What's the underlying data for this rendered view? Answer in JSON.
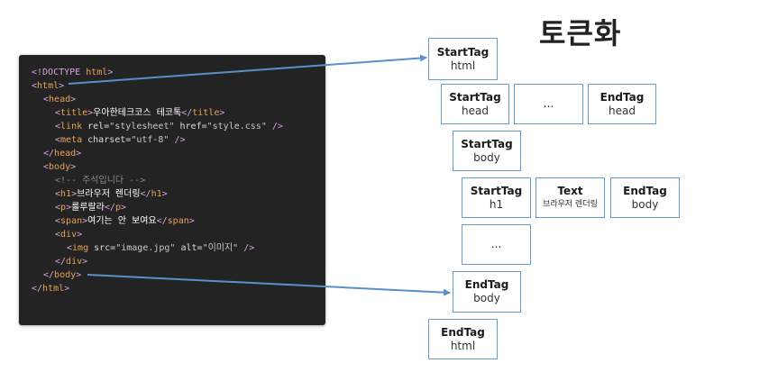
{
  "title": "토큰화",
  "code_lines": [
    {
      "indent": 0,
      "parts": [
        [
          "tag",
          "<!DOCTYPE "
        ],
        [
          "tagname",
          "html"
        ],
        [
          "tag",
          ">"
        ]
      ]
    },
    {
      "indent": 0,
      "parts": [
        [
          "tag",
          "<"
        ],
        [
          "tagname",
          "html"
        ],
        [
          "tag",
          ">"
        ]
      ]
    },
    {
      "indent": 1,
      "parts": [
        [
          "tag",
          "<"
        ],
        [
          "tagname",
          "head"
        ],
        [
          "tag",
          ">"
        ]
      ]
    },
    {
      "indent": 2,
      "parts": [
        [
          "tag",
          "<"
        ],
        [
          "tagname",
          "title"
        ],
        [
          "tag",
          ">"
        ],
        [
          "txt",
          "우아한테크코스 테코톡"
        ],
        [
          "tag",
          "</"
        ],
        [
          "tagname",
          "title"
        ],
        [
          "tag",
          ">"
        ]
      ]
    },
    {
      "indent": 2,
      "parts": [
        [
          "tag",
          "<"
        ],
        [
          "tagname",
          "link "
        ],
        [
          "attr",
          "rel="
        ],
        [
          "str",
          "\"stylesheet\" "
        ],
        [
          "attr",
          "href="
        ],
        [
          "str",
          "\"style.css\" "
        ],
        [
          "tag",
          "/>"
        ]
      ]
    },
    {
      "indent": 2,
      "parts": [
        [
          "tag",
          "<"
        ],
        [
          "tagname",
          "meta "
        ],
        [
          "attr",
          "charset="
        ],
        [
          "str",
          "\"utf-8\" "
        ],
        [
          "tag",
          "/>"
        ]
      ]
    },
    {
      "indent": 1,
      "parts": [
        [
          "tag",
          "</"
        ],
        [
          "tagname",
          "head"
        ],
        [
          "tag",
          ">"
        ]
      ]
    },
    {
      "indent": 1,
      "parts": [
        [
          "tag",
          "<"
        ],
        [
          "tagname",
          "body"
        ],
        [
          "tag",
          ">"
        ]
      ]
    },
    {
      "indent": 2,
      "parts": [
        [
          "cmt",
          "<!-- 주석입니다 -->"
        ]
      ]
    },
    {
      "indent": 2,
      "parts": [
        [
          "tag",
          "<"
        ],
        [
          "tagname",
          "h1"
        ],
        [
          "tag",
          ">"
        ],
        [
          "txt",
          "브라우저 렌더링"
        ],
        [
          "tag",
          "</"
        ],
        [
          "tagname",
          "h1"
        ],
        [
          "tag",
          ">"
        ]
      ]
    },
    {
      "indent": 2,
      "parts": [
        [
          "tag",
          "<"
        ],
        [
          "tagname",
          "p"
        ],
        [
          "tag",
          ">"
        ],
        [
          "txt",
          "룰루랄라"
        ],
        [
          "tag",
          "</"
        ],
        [
          "tagname",
          "p"
        ],
        [
          "tag",
          ">"
        ]
      ]
    },
    {
      "indent": 2,
      "parts": [
        [
          "tag",
          "<"
        ],
        [
          "tagname",
          "span"
        ],
        [
          "tag",
          ">"
        ],
        [
          "txt",
          "여기는 안 보여요"
        ],
        [
          "tag",
          "</"
        ],
        [
          "tagname",
          "span"
        ],
        [
          "tag",
          ">"
        ]
      ]
    },
    {
      "indent": 2,
      "parts": [
        [
          "tag",
          "<"
        ],
        [
          "tagname",
          "div"
        ],
        [
          "tag",
          ">"
        ]
      ]
    },
    {
      "indent": 3,
      "parts": [
        [
          "tag",
          "<"
        ],
        [
          "tagname",
          "img "
        ],
        [
          "attr",
          "src="
        ],
        [
          "str",
          "\"image.jpg\" "
        ],
        [
          "attr",
          "alt="
        ],
        [
          "str",
          "\"이미지\" "
        ],
        [
          "tag",
          "/>"
        ]
      ]
    },
    {
      "indent": 2,
      "parts": [
        [
          "tag",
          "</"
        ],
        [
          "tagname",
          "div"
        ],
        [
          "tag",
          ">"
        ]
      ]
    },
    {
      "indent": 1,
      "parts": [
        [
          "tag",
          "</"
        ],
        [
          "tagname",
          "body"
        ],
        [
          "tag",
          ">"
        ]
      ]
    },
    {
      "indent": 0,
      "parts": [
        [
          "tag",
          "</"
        ],
        [
          "tagname",
          "html"
        ],
        [
          "tag",
          ">"
        ]
      ]
    }
  ],
  "tokens": [
    {
      "id": "starttag-html",
      "line1": "StartTag",
      "line2": "html"
    },
    {
      "id": "starttag-head",
      "line1": "StartTag",
      "line2": "head"
    },
    {
      "id": "ellipsis-head",
      "line1": "...",
      "line2": ""
    },
    {
      "id": "endtag-head",
      "line1": "EndTag",
      "line2": "head"
    },
    {
      "id": "starttag-body",
      "line1": "StartTag",
      "line2": "body"
    },
    {
      "id": "starttag-h1",
      "line1": "StartTag",
      "line2": "h1"
    },
    {
      "id": "text-h1",
      "line1": "Text",
      "line2": "브라우저 렌더링"
    },
    {
      "id": "endtag-h1-body",
      "line1": "EndTag",
      "line2": "body"
    },
    {
      "id": "ellipsis-body",
      "line1": "...",
      "line2": ""
    },
    {
      "id": "endtag-body",
      "line1": "EndTag",
      "line2": "body"
    },
    {
      "id": "endtag-html",
      "line1": "EndTag",
      "line2": "html"
    }
  ],
  "colors": {
    "code_background": "#232323",
    "token_border": "#6a9ac9",
    "arrow": "#5b8fc7"
  }
}
